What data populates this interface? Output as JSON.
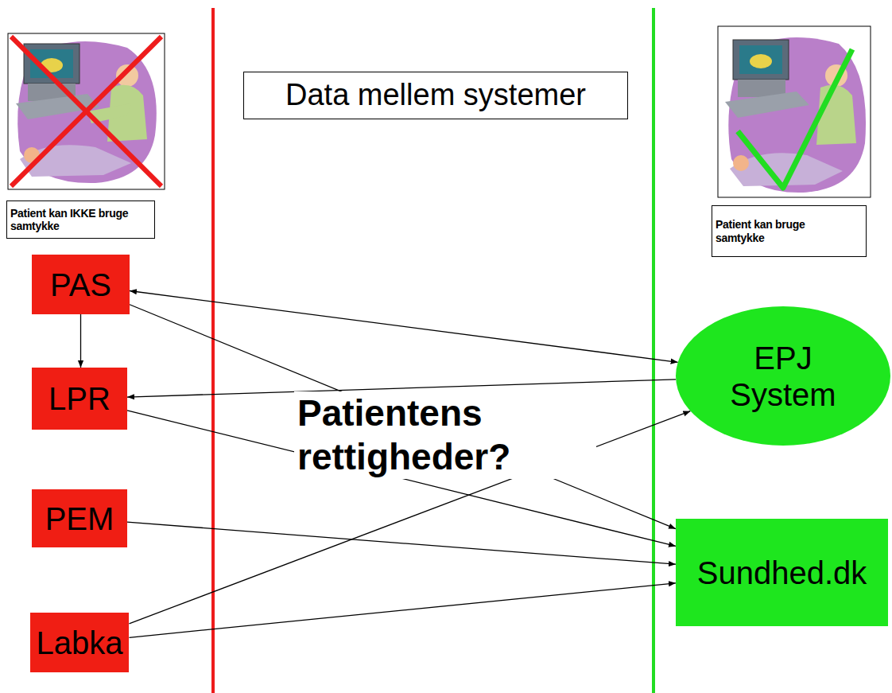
{
  "diagram": {
    "nodes": [
      {
        "text": [
          "Data mellem systemer"
        ]
      },
      {
        "text": [
          "Patient kan IKKE bruge samtykke"
        ]
      },
      {
        "text": [
          "Patient kan bruge samtykke"
        ]
      },
      {
        "text": [
          "PAS"
        ]
      },
      {
        "text": [
          "EPJ System"
        ]
      },
      {
        "text": [
          "LPR"
        ]
      },
      {
        "text": [
          "PEM"
        ]
      },
      {
        "text": [
          "Sundhed.dk"
        ]
      },
      {
        "text": [
          "Labka"
        ]
      }
    ],
    "edges": [
      {
        "from": 3,
        "to": 4,
        "arrow": "both"
      },
      {
        "from": 3,
        "to": 5,
        "arrow": "to"
      },
      {
        "from": 4,
        "to": 5,
        "arrow": "to"
      },
      {
        "from": 3,
        "to": 7,
        "arrow": "to"
      },
      {
        "from": 5,
        "to": 7,
        "arrow": "to"
      },
      {
        "from": 6,
        "to": 7,
        "arrow": "to"
      },
      {
        "from": 8,
        "to": 4,
        "arrow": "to"
      },
      {
        "from": 8,
        "to": 7,
        "arrow": "to"
      }
    ],
    "labels": [
      "Patientens rettigheder?"
    ]
  }
}
